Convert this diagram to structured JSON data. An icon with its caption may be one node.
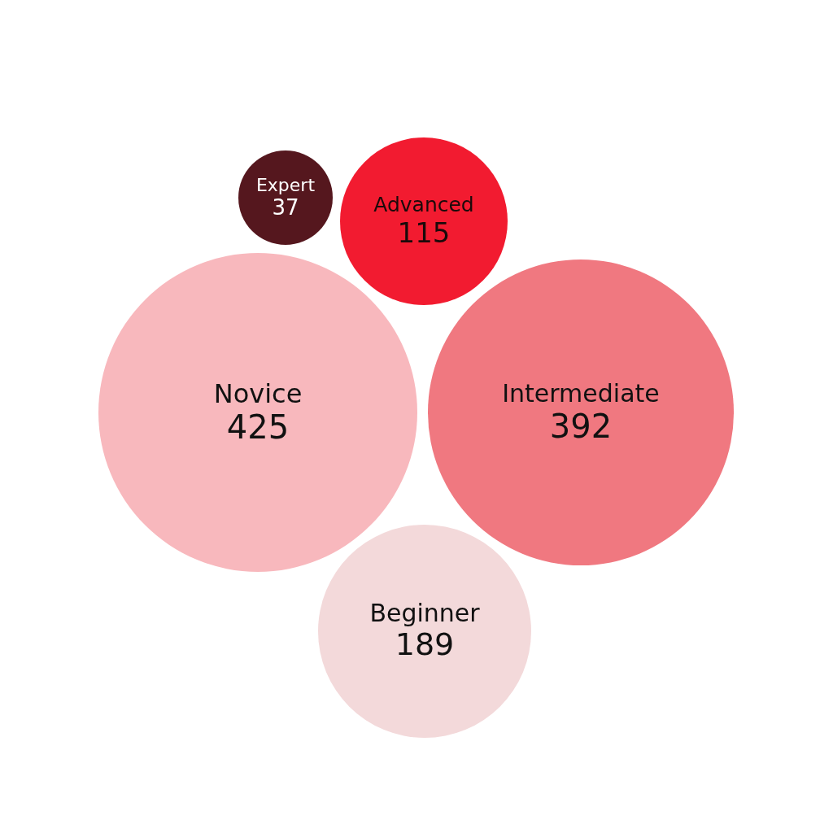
{
  "diagram": {
    "nodes": [
      {
        "text": [
          "Expert",
          "37"
        ]
      },
      {
        "text": [
          "Advanced",
          "115"
        ]
      },
      {
        "text": [
          "Novice",
          "425"
        ]
      },
      {
        "text": [
          "Intermediate",
          "392"
        ]
      },
      {
        "text": [
          "Beginner",
          "189"
        ]
      }
    ]
  }
}
